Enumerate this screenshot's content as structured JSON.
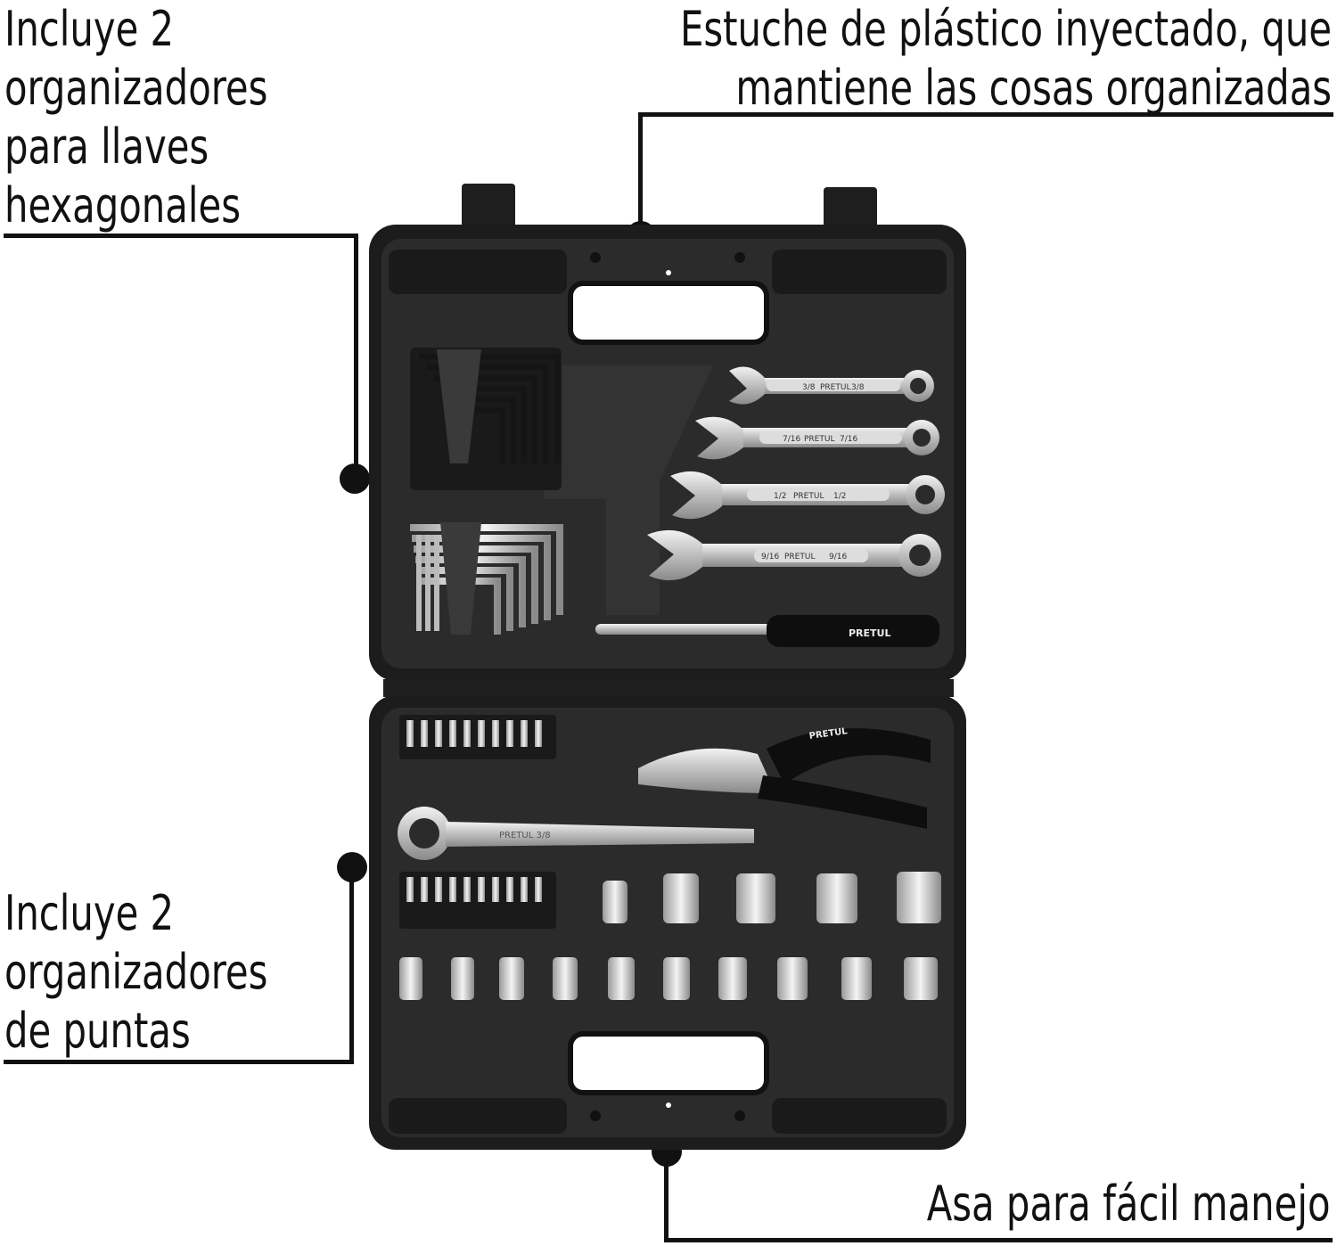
{
  "callouts": {
    "hex_keys": {
      "lines": [
        "Incluye 2",
        "organizadores",
        "para llaves",
        "hexagonales"
      ]
    },
    "case": {
      "lines": [
        "Estuche de plástico inyectado, que",
        "mantiene las cosas organizadas"
      ]
    },
    "bits": {
      "lines": [
        "Incluye 2",
        "organizadores",
        "de puntas"
      ]
    },
    "handle": {
      "lines": [
        "Asa para fácil manejo"
      ]
    }
  },
  "product": {
    "brand_label": "PRETUL",
    "wrench_labels": [
      {
        "left": "3/8",
        "right": "3/8"
      },
      {
        "left": "7/16",
        "right": "7/16"
      },
      {
        "left": "1/2",
        "right": "1/2"
      },
      {
        "left": "9/16",
        "right": "9/16"
      }
    ],
    "ratchet_label": "PRETUL 3/8",
    "colors": {
      "case": "#2a2a2a",
      "case_dark": "#161616",
      "metal": "#c9c9c9",
      "ink": "#111111"
    }
  }
}
